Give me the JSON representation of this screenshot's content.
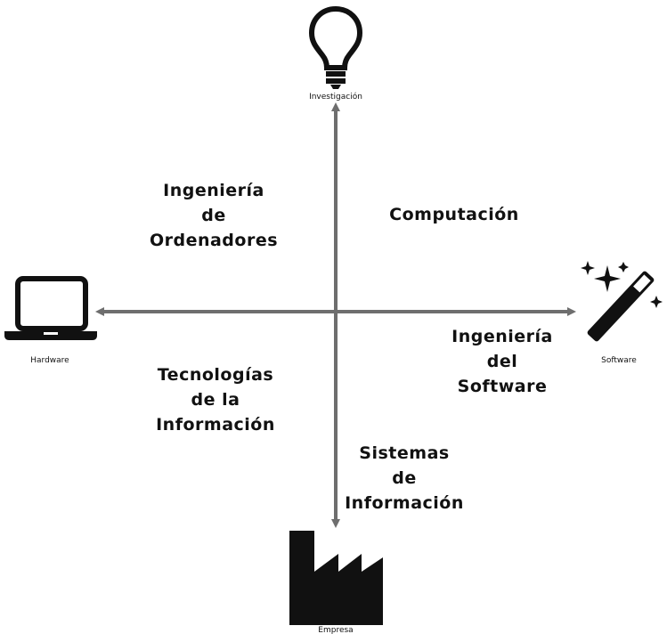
{
  "colors": {
    "axis": "#6e6e6e",
    "icon": "#111111",
    "background": "#ffffff",
    "text": "#111111"
  },
  "poles": {
    "top": {
      "label": "Investigación",
      "icon": "lightbulb-icon"
    },
    "bottom": {
      "label": "Empresa",
      "icon": "factory-icon"
    },
    "left": {
      "label": "Hardware",
      "icon": "laptop-icon"
    },
    "right": {
      "label": "Software",
      "icon": "magic-wand-icon"
    }
  },
  "regions": {
    "ingenieria_ordenadores": [
      "Ingeniería",
      "de",
      "Ordenadores"
    ],
    "computacion": [
      "Computación"
    ],
    "tecnologias_informacion": [
      "Tecnologías",
      "de la",
      "Información"
    ],
    "ingenieria_software": [
      "Ingeniería",
      "del",
      "Software"
    ],
    "sistemas_informacion": [
      "Sistemas",
      "de",
      "Información"
    ]
  }
}
